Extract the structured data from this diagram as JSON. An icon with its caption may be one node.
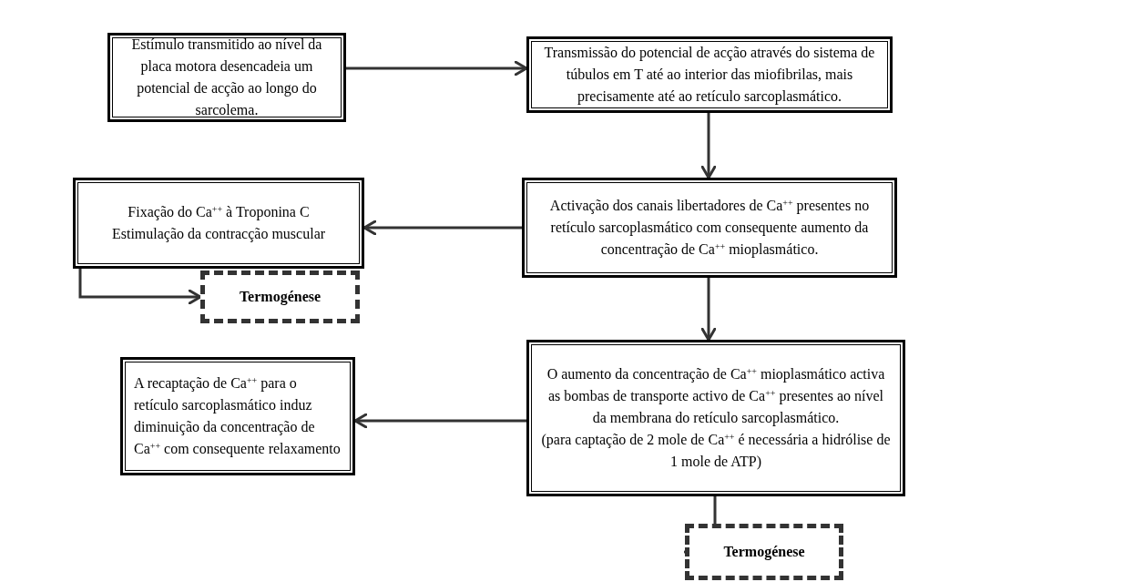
{
  "diagram": {
    "nodes": [
      {
        "text": [
          "Estímulo transmitido ao nível da placa motora desencadeia um potencial de acção ao longo do sarcolema."
        ]
      },
      {
        "text": [
          "Transmissão do potencial de acção através do sistema de túbulos em T até ao interior das miofibrilas, mais precisamente até ao retículo sarcoplasmático."
        ]
      },
      {
        "text": [
          "Fixação do Ca$^{++}$ à Troponina C",
          "Estimulação da contracção muscular"
        ]
      },
      {
        "text": [
          "Activação dos canais libertadores de Ca$^{++}$ presentes no retículo sarcoplasmático com consequente aumento da concentração de Ca$^{++}$ mioplasmático."
        ]
      },
      {
        "text": [
          "Termogénese"
        ]
      },
      {
        "text": [
          "A recaptação de Ca$^{++}$ para o retículo sarcoplasmático induz diminuição da concentração de Ca$^{++}$ com consequente relaxamento"
        ]
      },
      {
        "text": [
          "O aumento da concentração de Ca$^{++}$ mioplasmático activa as bombas de transporte activo de Ca$^{++}$ presentes ao nível da membrana do retículo sarcoplasmático.",
          "(para captação de 2 mole de Ca$^{++}$ é necessária a hidrólise de 1 mole de ATP)"
        ]
      },
      {
        "text": [
          "Termogénese"
        ]
      }
    ],
    "edges": [
      {
        "from": 0,
        "to": 1,
        "arrow": "to"
      },
      {
        "from": 1,
        "to": 3,
        "arrow": "to"
      },
      {
        "from": 3,
        "to": 2,
        "arrow": "to"
      },
      {
        "from": 2,
        "to": 4,
        "arrow": "to"
      },
      {
        "from": 3,
        "to": 6,
        "arrow": "to"
      },
      {
        "from": 6,
        "to": 5,
        "arrow": "to"
      },
      {
        "from": 6,
        "to": 7,
        "arrow": "to"
      }
    ]
  }
}
